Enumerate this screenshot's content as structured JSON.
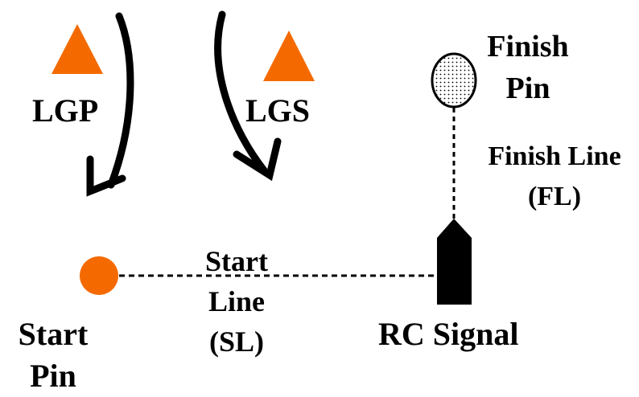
{
  "diagram": {
    "marks": {
      "left_gate": "LGP",
      "right_gate": "LGS",
      "finish_pin": [
        "Finish",
        "Pin"
      ],
      "finish_line": [
        "Finish Line",
        "(FL)"
      ],
      "start_line": [
        "Start",
        "Line",
        "(SL)"
      ],
      "start_pin": [
        "Start",
        "Pin"
      ],
      "committee_boat": "RC Signal"
    },
    "colors": {
      "gate_mark": "#f46a00",
      "start_pin": "#f46a00",
      "finish_pin_fill": "#ffffff",
      "boat": "#000000",
      "line": "#000000"
    }
  }
}
